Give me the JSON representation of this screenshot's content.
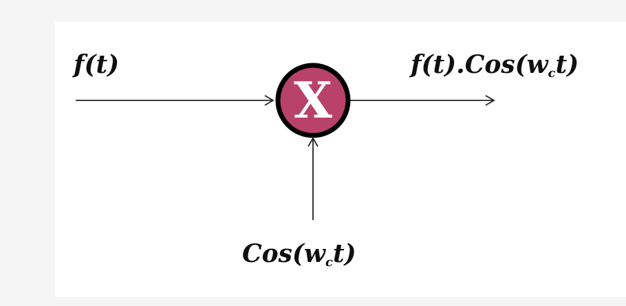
{
  "diagram": {
    "input_label": "f(t)",
    "mixer_symbol": "X",
    "output_label": {
      "prefix": "f(t).Cos(w",
      "subscript": "c",
      "suffix": "t)"
    },
    "carrier_label": {
      "prefix": "Cos(w",
      "subscript": "c",
      "suffix": "t)"
    },
    "colors": {
      "mixer_fill": "#b8426a",
      "mixer_stroke": "#000000",
      "line": "#222222",
      "frame_background": "#ffffff",
      "page_background": "#f5f5f5"
    }
  }
}
